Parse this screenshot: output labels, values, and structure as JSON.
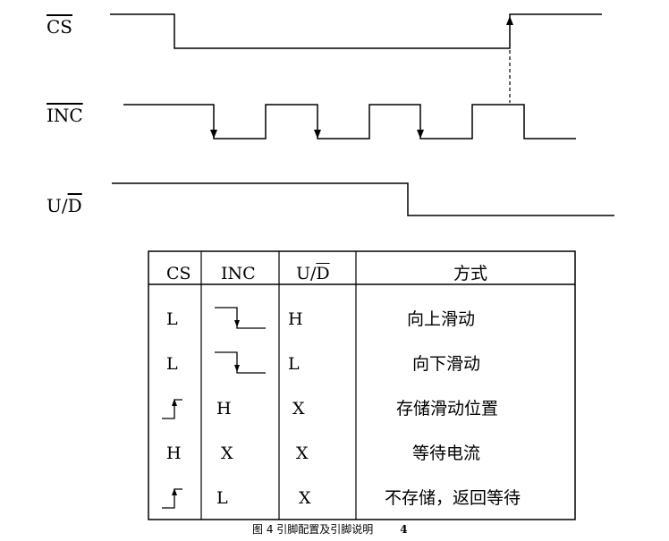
{
  "signals": {
    "cs": "CS",
    "inc": "INC",
    "ud_prefix": "U/",
    "ud_bar": "D"
  },
  "table": {
    "headers": {
      "cs": "CS",
      "inc": "INC",
      "ud_prefix": "U/",
      "ud_bar": "D",
      "mode": "方式"
    },
    "rows": [
      {
        "cs": "L",
        "inc_icon": "falling-edge-icon",
        "ud": "H",
        "mode": "向上滑动"
      },
      {
        "cs": "L",
        "inc_icon": "falling-edge-icon",
        "ud": "L",
        "mode": "向下滑动"
      },
      {
        "cs_icon": "rising-edge-icon",
        "inc": "H",
        "ud": "X",
        "mode": "存储滑动位置"
      },
      {
        "cs": "H",
        "inc": "X",
        "ud": "X",
        "mode": "等待电流"
      },
      {
        "cs_icon": "rising-edge-icon",
        "inc": "L",
        "ud": "X",
        "mode": "不存储，返回等待"
      }
    ]
  },
  "caption": {
    "text": "图 4 引脚配置及引脚说明",
    "number": "4"
  }
}
